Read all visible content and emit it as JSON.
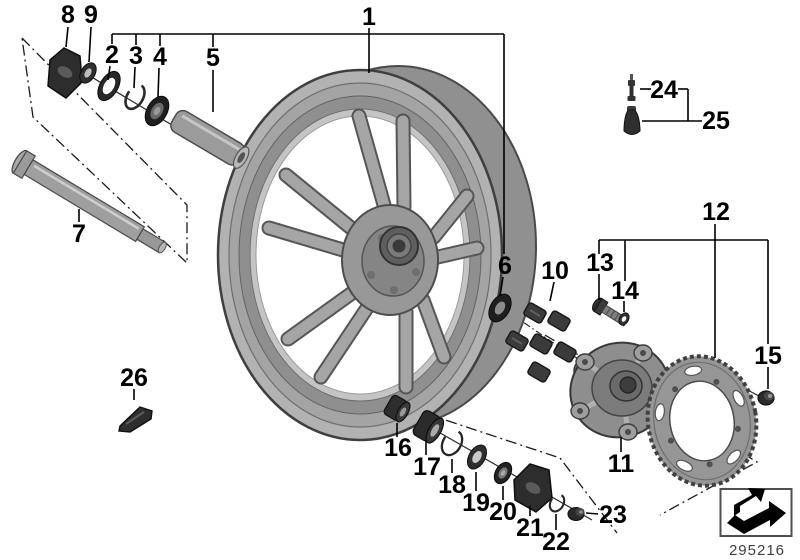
{
  "diagram": {
    "plate_number": "295216",
    "callouts": {
      "c1": "1",
      "c2": "2",
      "c3": "3",
      "c4": "4",
      "c5": "5",
      "c6": "6",
      "c7": "7",
      "c8": "8",
      "c9": "9",
      "c10": "10",
      "c11": "11",
      "c12": "12",
      "c13": "13",
      "c14": "14",
      "c15": "15",
      "c16": "16",
      "c17": "17",
      "c18": "18",
      "c19": "19",
      "c20": "20",
      "c21": "21",
      "c22": "22",
      "c23": "23",
      "c24": "24",
      "c25": "25",
      "c26": "26"
    },
    "colors": {
      "background": "#ffffff",
      "line": "#000000",
      "dark_part": "#2b2b2b",
      "metal_gray": "#9b9b9b"
    }
  }
}
